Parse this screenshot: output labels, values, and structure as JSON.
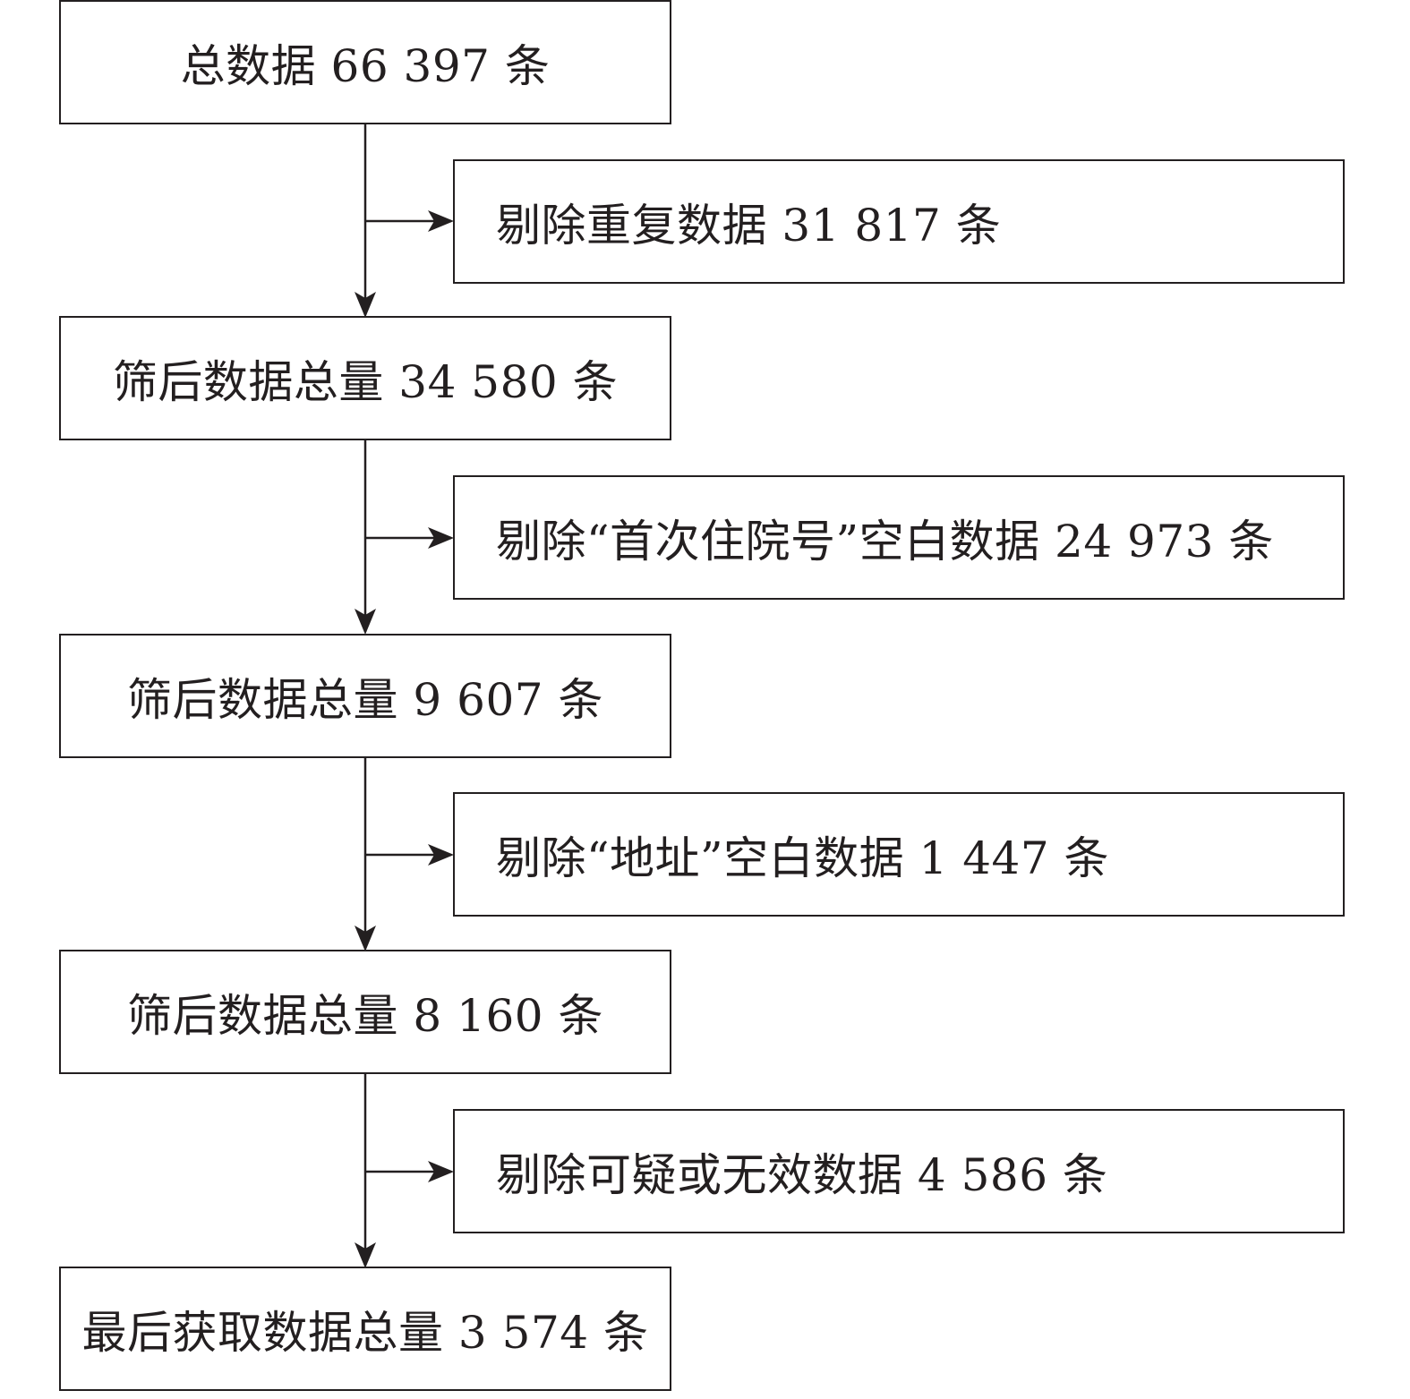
{
  "flow": {
    "main_steps": [
      "总数据 66 397 条",
      "筛后数据总量 34 580 条",
      "筛后数据总量 9 607 条",
      "筛后数据总量 8 160 条",
      "最后获取数据总量 3 574 条"
    ],
    "exclusions": [
      "剔除重复数据 31 817 条",
      "剔除“首次住院号”空白数据 24 973 条",
      "剔除“地址”空白数据 1 447 条",
      "剔除可疑或无效数据 4 586 条"
    ]
  },
  "colors": {
    "line": "#231f20",
    "background": "#ffffff"
  }
}
